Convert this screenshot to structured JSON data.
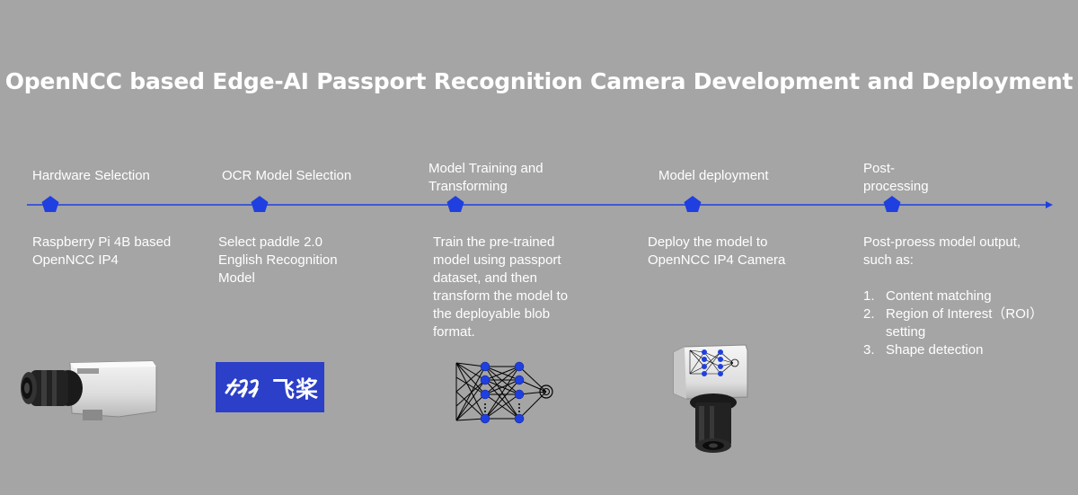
{
  "title": "OpenNCC based Edge-AI Passport Recognition Camera Development and Deployment",
  "colors": {
    "background": "#a5a5a5",
    "timeline": "#1f3fe0",
    "marker": "#1f3fe0",
    "text": "#ffffff"
  },
  "stages": [
    {
      "label": "Hardware Selection",
      "description": "Raspberry Pi 4B based OpenNCC IP4",
      "icon": "box-camera-icon"
    },
    {
      "label": "OCR Model Selection",
      "description": "Select paddle 2.0 English Recognition Model",
      "icon": "paddlepaddle-logo"
    },
    {
      "label": "Model Training and Transforming",
      "description": "Train the pre-trained model using passport dataset, and then transform the model to the deployable blob format.",
      "icon": "neural-network-icon"
    },
    {
      "label": "Model deployment",
      "description": "Deploy the model to OpenNCC IP4 Camera",
      "icon": "camera-with-network-icon"
    },
    {
      "label": "Post-processing",
      "description": "Post-proess model output, such as:",
      "items": [
        "Content matching",
        "Region of Interest（ROI）setting",
        "Shape detection"
      ],
      "icon": ""
    }
  ],
  "logo_text": {
    "chinese": "飞桨"
  }
}
